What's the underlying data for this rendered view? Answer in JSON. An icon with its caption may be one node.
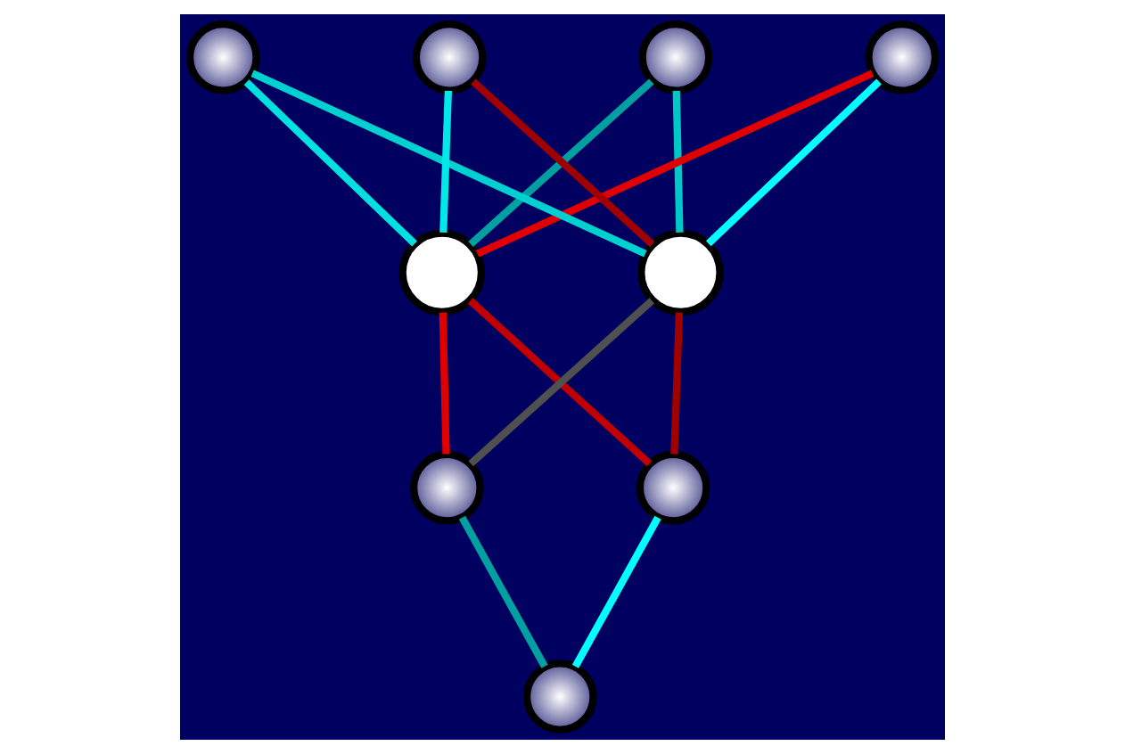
{
  "diagram": {
    "nodes": [
      {
        "text": [],
        "shape": "circle"
      },
      {
        "text": [],
        "shape": "circle"
      },
      {
        "text": [],
        "shape": "circle"
      },
      {
        "text": [],
        "shape": "circle"
      },
      {
        "text": [],
        "shape": "circle"
      },
      {
        "text": [],
        "shape": "circle"
      },
      {
        "text": [],
        "shape": "circle"
      },
      {
        "text": [],
        "shape": "circle"
      },
      {
        "text": [],
        "shape": "circle"
      }
    ],
    "edges": [
      {
        "from": 0,
        "to": 4,
        "arrow": "none",
        "color": "#00a0a0"
      },
      {
        "from": 0,
        "to": 5,
        "arrow": "none",
        "color": "#00c8c8"
      },
      {
        "from": 1,
        "to": 4,
        "arrow": "none",
        "color": "#e00000"
      },
      {
        "from": 1,
        "to": 5,
        "arrow": "none",
        "color": "#00ffff"
      },
      {
        "from": 2,
        "to": 4,
        "arrow": "none",
        "color": "#00e0e0"
      },
      {
        "from": 2,
        "to": 5,
        "arrow": "none",
        "color": "#00d0d0"
      },
      {
        "from": 3,
        "to": 4,
        "arrow": "none",
        "color": "#00e8e8"
      },
      {
        "from": 3,
        "to": 5,
        "arrow": "none",
        "color": "#a00000"
      },
      {
        "from": 4,
        "to": 6,
        "arrow": "none",
        "color": "#e00000"
      },
      {
        "from": 4,
        "to": 7,
        "arrow": "none",
        "color": "#c00000"
      },
      {
        "from": 5,
        "to": 6,
        "arrow": "none"
      },
      {
        "from": 5,
        "to": 7,
        "arrow": "none",
        "color": "#a00000"
      },
      {
        "from": 6,
        "to": 8,
        "arrow": "none",
        "color": "#00a0a0"
      },
      {
        "from": 7,
        "to": 8,
        "arrow": "none",
        "color": "#00ffff"
      }
    ]
  }
}
